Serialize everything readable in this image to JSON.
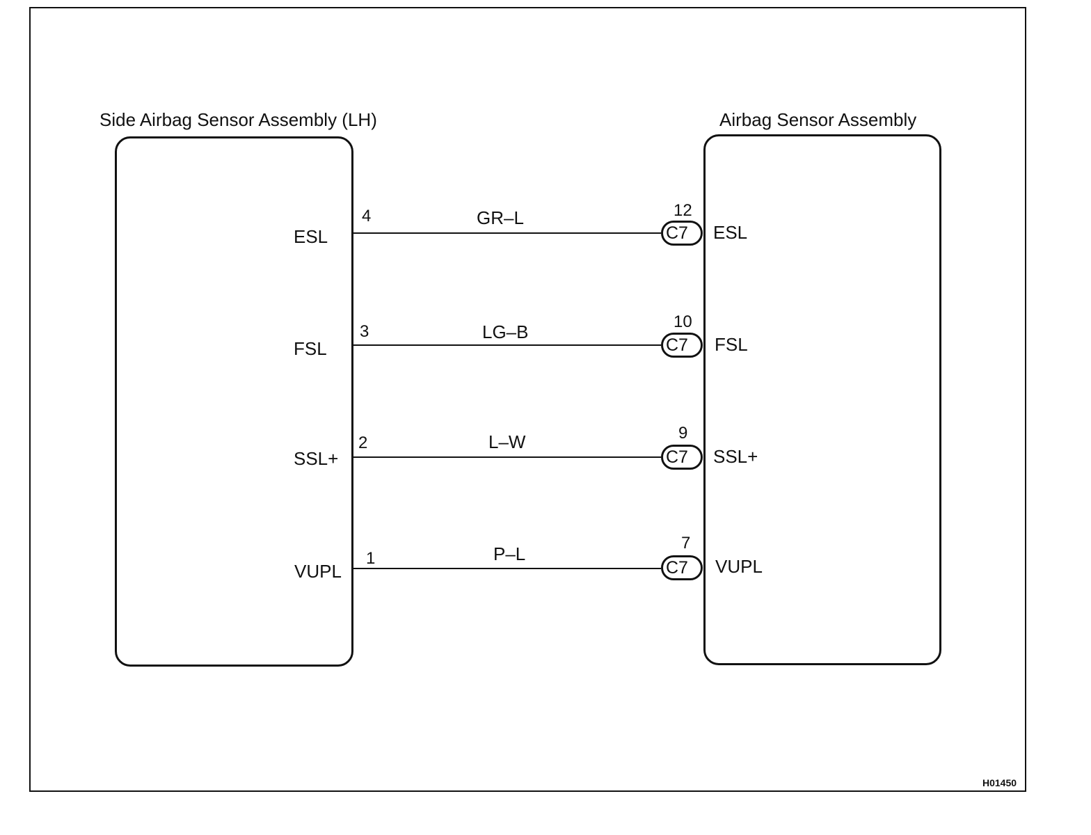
{
  "components": {
    "left": {
      "title": "Side Airbag Sensor Assembly (LH)"
    },
    "right": {
      "title": "Airbag Sensor Assembly"
    }
  },
  "connector": "C7",
  "circuits": [
    {
      "left_signal": "ESL",
      "left_pin": "4",
      "wire_color": "GR–L",
      "right_pin": "12",
      "right_signal": "ESL"
    },
    {
      "left_signal": "FSL",
      "left_pin": "3",
      "wire_color": "LG–B",
      "right_pin": "10",
      "right_signal": "FSL"
    },
    {
      "left_signal": "SSL+",
      "left_pin": "2",
      "wire_color": "L–W",
      "right_pin": "9",
      "right_signal": "SSL+"
    },
    {
      "left_signal": "VUPL",
      "left_pin": "1",
      "wire_color": "P–L",
      "right_pin": "7",
      "right_signal": "VUPL"
    }
  ],
  "diagram_code": "H01450"
}
